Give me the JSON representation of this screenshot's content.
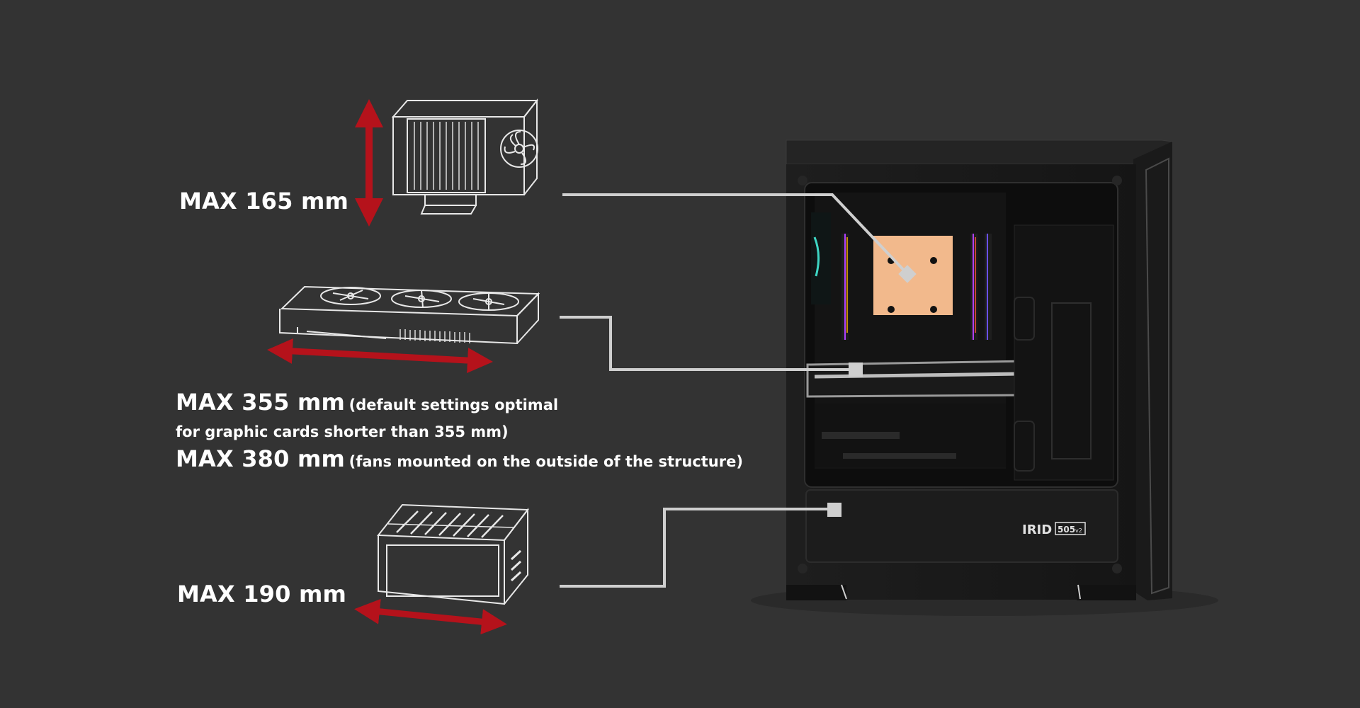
{
  "labels": {
    "cooler_max": "MAX 165 mm",
    "gpu_max_1": "MAX 355 mm",
    "gpu_note_1a": "(default settings optimal",
    "gpu_note_1b": "for graphic cards shorter than 355 mm)",
    "gpu_max_2": "MAX 380 mm",
    "gpu_note_2": "(fans mounted on the outside of the structure)",
    "psu_max": "MAX 190 mm"
  },
  "case": {
    "brand": "IRID",
    "model": "505",
    "version": "v2"
  },
  "colors": {
    "background": "#333333",
    "arrow": "#b5121b",
    "line_art": "#e8e8e8",
    "callout": "#cfcfcf",
    "case_body": "#1c1c1c",
    "cpu_block": "#f2b98c"
  },
  "icons": [
    "cpu-cooler-icon",
    "graphics-card-icon",
    "power-supply-icon"
  ]
}
